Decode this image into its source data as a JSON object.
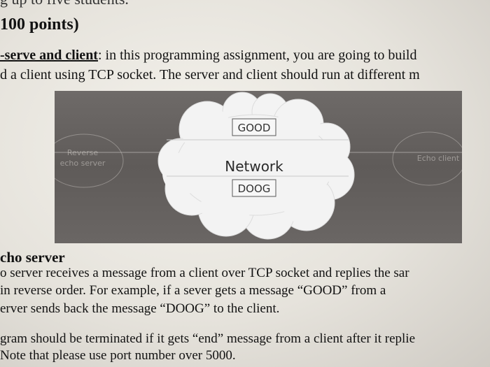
{
  "header": {
    "top_cut_text": "g up to five students.",
    "points_title": "100 points)"
  },
  "intro": {
    "line1_bold": "-serve and client",
    "line1_rest": ": in this programming assignment, you are going to build",
    "line2": "d a client using TCP socket. The server and client should run at different m"
  },
  "figure": {
    "cloud_label": "Network",
    "top_message": "GOOD",
    "bottom_message": "DOOG",
    "left_node_line1": "Reverse",
    "left_node_line2": "echo server",
    "right_node": "Echo client",
    "colors": {
      "background": "#66625f",
      "cloud": "#f3f3f3",
      "cloud_outline": "#d8d8d8",
      "message_box_border": "#5a5a5a"
    }
  },
  "section": {
    "heading": "cho server",
    "para1_line1": "o server receives a message from a client over TCP socket and replies the sar",
    "para1_line2": " in reverse order. For example, if a sever gets a message “GOOD” from a",
    "para1_line3": "erver sends back the message “DOOG” to the client.",
    "para2_line1": "gram should be terminated if it gets “end” message from a client after it replie",
    "para2_line2": "Note that please use port number over 5000."
  }
}
